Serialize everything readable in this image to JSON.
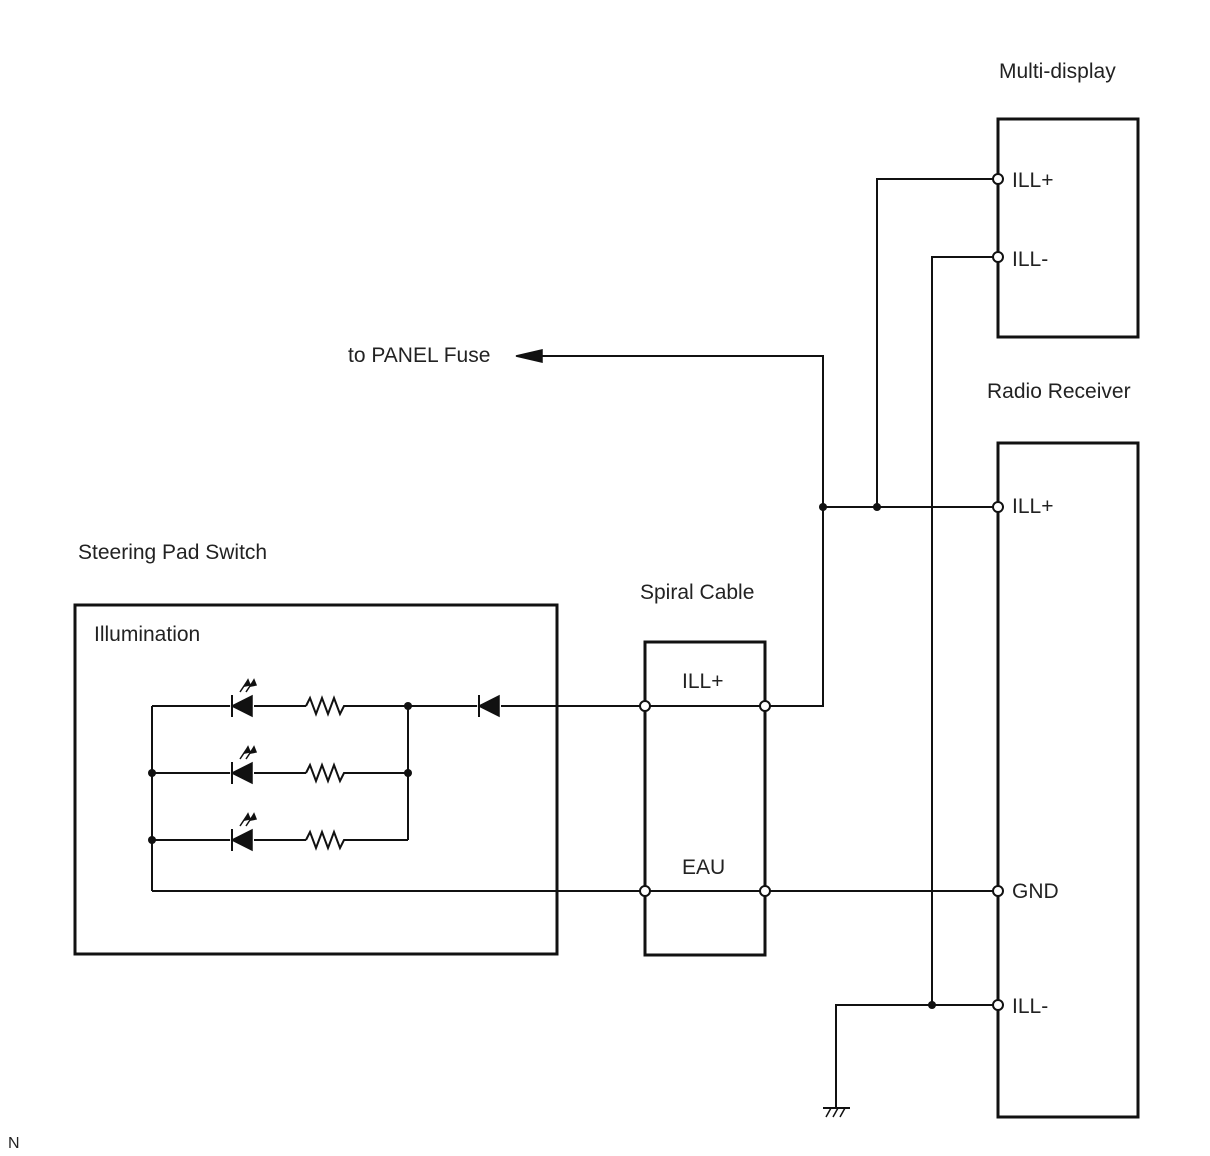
{
  "labels": {
    "multi_display": "Multi-display",
    "radio_receiver": "Radio Receiver",
    "panel_fuse": "to PANEL Fuse",
    "steering_pad_switch": "Steering Pad Switch",
    "illumination": "Illumination",
    "spiral_cable": "Spiral Cable",
    "corner_mark": "N"
  },
  "multi_display": {
    "pins": [
      "ILL+",
      "ILL-"
    ]
  },
  "radio_receiver": {
    "pins": [
      "ILL+",
      "GND",
      "ILL-"
    ]
  },
  "spiral_cable": {
    "pins": [
      "ILL+",
      "EAU"
    ]
  },
  "illumination": {
    "led_branches": 3,
    "components": [
      "led",
      "resistor",
      "diode"
    ]
  },
  "ground_icon": "ground-symbol-icon"
}
